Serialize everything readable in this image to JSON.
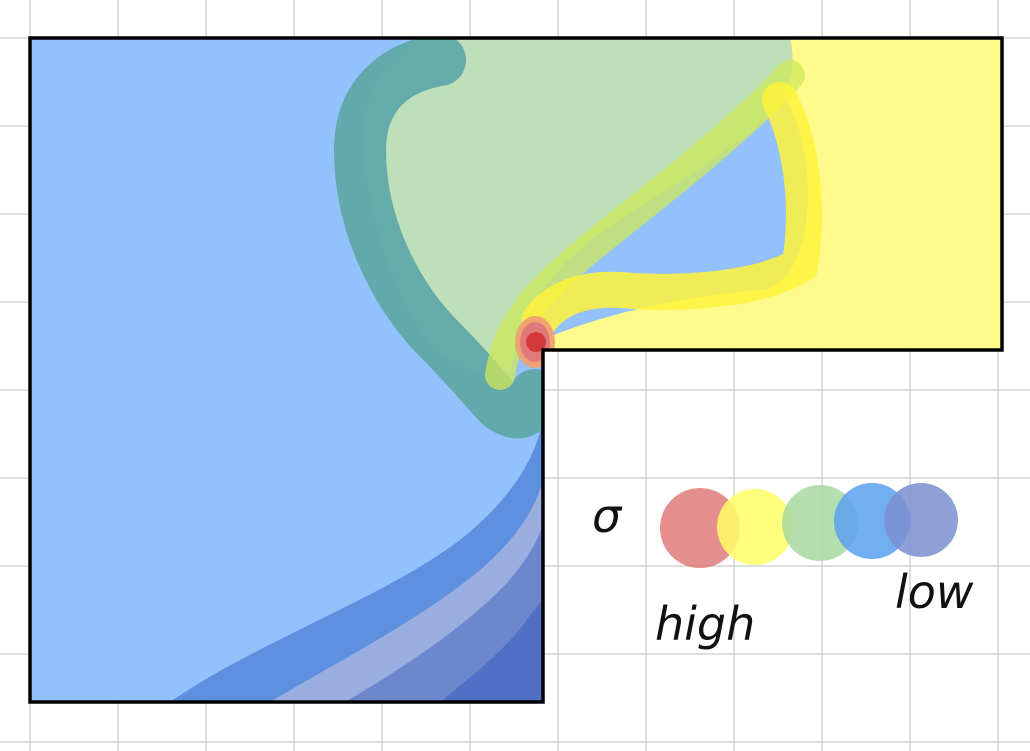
{
  "diagram": {
    "colors": {
      "background": "#ffffff",
      "grid": "#c9c9c9",
      "outline": "#000000",
      "stress_high": "#e07a7a",
      "stress_mid_high": "#ffff66",
      "stress_mid": "#a8d8a0",
      "stress_mid_low": "#5aa0f0",
      "stress_low": "#7a90d0",
      "contour_teal": "#5fa8a8",
      "hotspot": "#d23a3a"
    },
    "legend": {
      "symbol": "σ",
      "high_label": "high",
      "low_label": "low",
      "swatches": [
        "#e07a7a",
        "#ffff66",
        "#a8d8a0",
        "#5aa0f0",
        "#7a90d0"
      ]
    }
  }
}
